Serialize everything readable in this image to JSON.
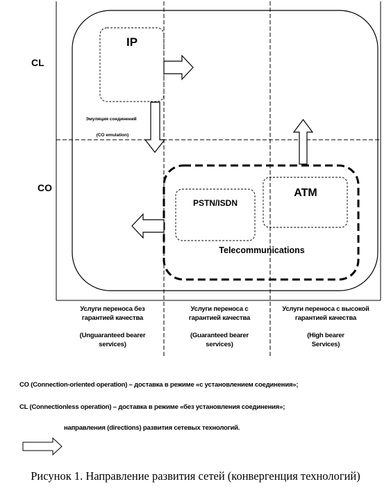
{
  "axes": {
    "cl": "CL",
    "co": "CO"
  },
  "boxes": {
    "ip": "IP",
    "atm": "ATM",
    "pstn": "PSTN/ISDN",
    "telecom": "Telecommunications"
  },
  "emulation": {
    "line1": "Эмуляция соединений",
    "line2": "(CO emulation)"
  },
  "columns": [
    {
      "ru": "Услуги переноса без гарантией качества",
      "en": "(Unguaranteed bearer services)"
    },
    {
      "ru": "Услуги переноса с гарантией качества",
      "en": "(Guaranteed bearer services)"
    },
    {
      "ru": "Услуги переноса с высокой гарантией качества",
      "en": "(High bearer Services)"
    }
  ],
  "legend": {
    "co": "CO (Connection-oriented operation) – доставка в режиме «с установлением соединения»;",
    "cl": "CL (Connectionless operation) – доставка в режиме «без установления соединения»;",
    "arrow": "направления (directions) развития сетевых технологий."
  },
  "caption": "Рисунок 1. Направление развития сетей (конвергенция технологий)",
  "colors": {
    "line": "#000000",
    "background": "#ffffff"
  }
}
